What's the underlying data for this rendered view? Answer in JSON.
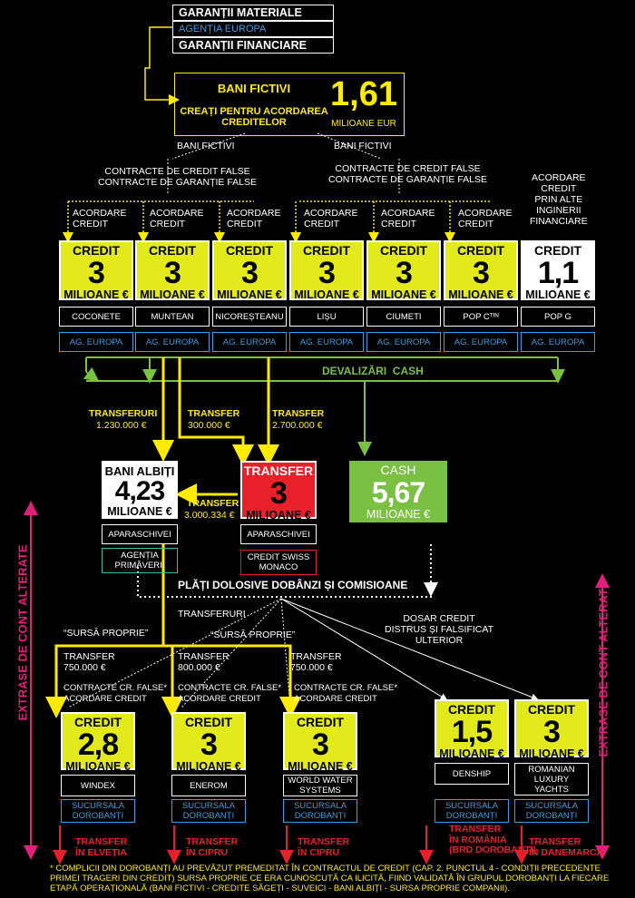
{
  "top": {
    "guarantee_material": "GARANȚII MATERIALE",
    "agency": "AGENȚIA EUROPA",
    "guarantee_financial": "GARANȚII FINANCIARE"
  },
  "fictive": {
    "title": "BANI FICTIVI",
    "subtitle": "CREAȚI PENTRU ACORDAREA CREDITELOR",
    "value": "1,61",
    "unit": "MILIOANE EUR"
  },
  "branches": {
    "left_label": "BANI FICTIVI",
    "right_label": "BANI FICTIVI",
    "left_contracts": "CONTRACTE DE CREDIT FALSE\nCONTRACTE DE GARANȚIE FALSE",
    "right_contracts": "CONTRACTE DE CREDIT FALSE\nCONTRACTE DE GARANȚIE FALSE",
    "other_engineering": "ACORDARE\nCREDIT\nPRIN ALTE\nINGINERII\nFINANCIARE"
  },
  "grant_label": "ACORDARE\nCREDIT",
  "credits_top": [
    {
      "head": "CREDIT",
      "value": "3",
      "unit": "MILIOANE €",
      "name": "COCONETE",
      "agency": "AG. EUROPA"
    },
    {
      "head": "CREDIT",
      "value": "3",
      "unit": "MILIOANE €",
      "name": "MUNTEAN",
      "agency": "AG. EUROPA"
    },
    {
      "head": "CREDIT",
      "value": "3",
      "unit": "MILIOANE €",
      "name": "NICOREȘTEANU",
      "agency": "AG. EUROPA"
    },
    {
      "head": "CREDIT",
      "value": "3",
      "unit": "MILIOANE €",
      "name": "LIȘU",
      "agency": "AG. EUROPA"
    },
    {
      "head": "CREDIT",
      "value": "3",
      "unit": "MILIOANE €",
      "name": "CIUMETI",
      "agency": "AG. EUROPA"
    },
    {
      "head": "CREDIT",
      "value": "3",
      "unit": "MILIOANE €",
      "name": "POP Cᵀᴵᴺ",
      "agency": "AG. EUROPA"
    },
    {
      "head": "CREDIT",
      "value": "1,1",
      "unit": "MILIOANE €",
      "name": "POP G",
      "agency": "AG. EUROPA"
    }
  ],
  "cash_out": "DEVALIZĂRI  CASH",
  "transfers": {
    "t1_label": "TRANSFERURI",
    "t1_value": "1.230.000 €",
    "t2_label": "TRANSFER",
    "t2_value": "300.000 €",
    "t3_label": "TRANSFER",
    "t3_value": "2.700.000 €",
    "t4_label": "TRANSFER",
    "t4_value": "3.000.334 €"
  },
  "laundered": {
    "head": "BANI ALBIȚI",
    "value": "4,23",
    "unit": "MILIOANE €",
    "name": "APARASCHIVEI",
    "agency": "AGENȚIA PRIMĂVERII"
  },
  "transfer_box": {
    "head": "TRANSFER",
    "value": "3",
    "unit": "MILIOANE €",
    "name": "APARASCHIVEI",
    "bank": "CREDIT SWISS MONACO"
  },
  "cash_box": {
    "head": "CASH",
    "value": "5,67",
    "unit": "MILIOANE €"
  },
  "payments": "PLĂȚI DOLOSIVE DOBÂNZI ȘI COMISIOANE",
  "side_label": "EXTRASE DE CONT ALTERATE",
  "lower": {
    "transfers_label": "TRANSFERURI",
    "own_source_1": "“SURSĂ PROPRIE”",
    "own_source_2": "“SURSĂ PROPRIE”",
    "tr1": "TRANSFER\n750.000 €",
    "tr2": "TRANSFER\n800.000 €",
    "tr3": "TRANSFER\n750.000 €",
    "false_contracts": "CONTRACTE CR. FALSE*\nACORDARE CREDIT",
    "dossier": "DOSAR CREDIT\nDISTRUS ȘI FALSIFICAT\nULTERIOR"
  },
  "credits_bottom": [
    {
      "head": "CREDIT",
      "value": "2,8",
      "unit": "MILIOANE €",
      "name": "WINDEX",
      "branch": "SUCURSALA\nDOROBANȚI",
      "dest": "TRANSFER\nÎN ELVEȚIA"
    },
    {
      "head": "CREDIT",
      "value": "3",
      "unit": "MILIOANE €",
      "name": "ENEROM",
      "branch": "SUCURSALA\nDOROBANȚI",
      "dest": "TRANSFER\nÎN CIPRU"
    },
    {
      "head": "CREDIT",
      "value": "3",
      "unit": "MILIOANE €",
      "name": "WORLD WATER\nSYSTEMS",
      "branch": "SUCURSALA\nDOROBANȚI",
      "dest": "TRANSFER\nÎN CIPRU"
    },
    {
      "head": "CREDIT",
      "value": "1,5",
      "unit": "MILIOANE €",
      "name": "DENSHIP",
      "branch": "SUCURSALA\nDOROBANȚI",
      "dest": "TRANSFER\nÎN ROMÂNIA\n(BRD DOROBANȚI)"
    },
    {
      "head": "CREDIT",
      "value": "3",
      "unit": "MILIOANE €",
      "name": "ROMANIAN\nLUXURY\nYACHTS",
      "branch": "SUCURSALA\nDOROBANȚI",
      "dest": "TRANSFER\nÎN DANEMARCA"
    }
  ],
  "footnote": "* COMPLICII DIN DOROBANȚI AU PREVĂZUT PREMEDITAT ÎN CONTRACTUL DE CREDIT (CAP. 2. PUNCTUL 4 - CONDIȚII PRECEDENTE PRIMEI TRAGERI DIN CREDIT) SURSA PROPRIE CE ERA CUNOSCUTĂ CA ILICITĂ, FIIND VALIDATĂ ÎN GRUPUL DOROBANȚI LA FIECARE ETAPĂ OPERAȚIONALĂ (BANI FICTIVI - CREDITE SĂGEȚI - SUVEICI - BANI ALBIȚI - SURSA PROPRIE COMPANII).",
  "colors": {
    "yellow": "#e2ea1c",
    "green": "#7ac043",
    "red": "#e8202a",
    "blue": "#3a9ee0",
    "magenta": "#e0207a",
    "arrow_yellow": "#ffeb00"
  }
}
